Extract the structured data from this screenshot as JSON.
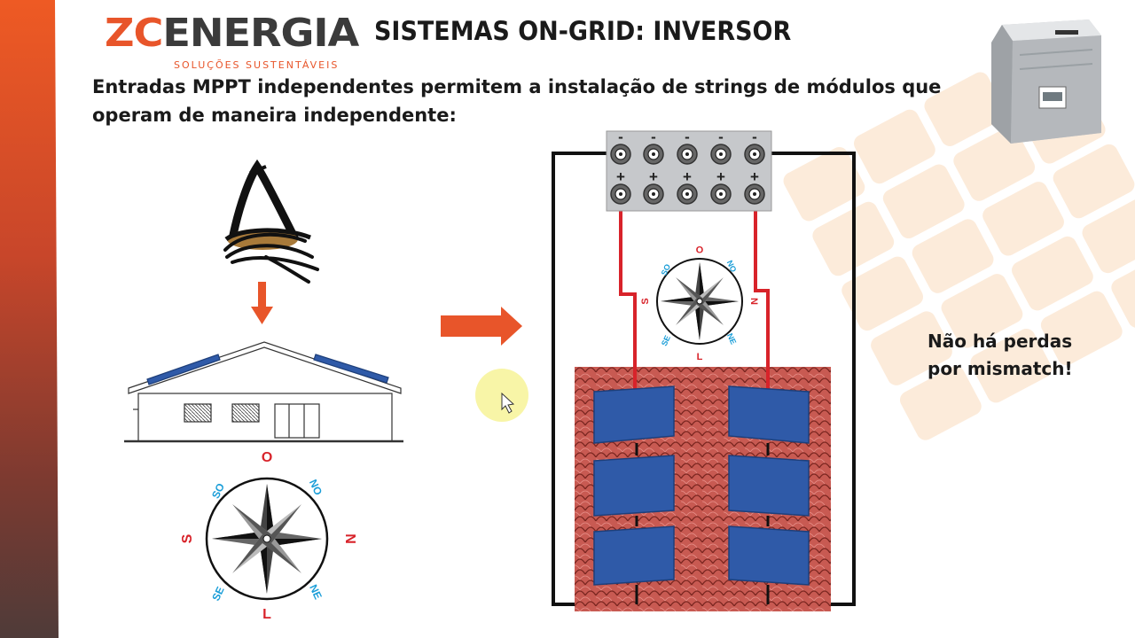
{
  "logo": {
    "brand_prefix": "ZC",
    "brand_main": "ENERGIA",
    "tagline": "SOLUÇÕES SUSTENTÁVEIS"
  },
  "slide": {
    "title": "SISTEMAS ON-GRID: INVERSOR",
    "subtitle": "Entradas MPPT independentes permitem a instalação de strings de módulos que operam de maneira independente:",
    "note_line1": "Não há perdas",
    "note_line2": "por mismatch!"
  },
  "compass": {
    "north": "N",
    "south": "S",
    "east": "L",
    "west": "O",
    "ne": "NE",
    "no": "NO",
    "se": "SE",
    "so": "SO"
  },
  "inverter_terminals": {
    "minus": "-",
    "plus": "+"
  },
  "colors": {
    "accent": "#e8552a",
    "panel_blue": "#2f5aa8",
    "roof": "#c0504d",
    "wire_red": "#d8232a"
  }
}
